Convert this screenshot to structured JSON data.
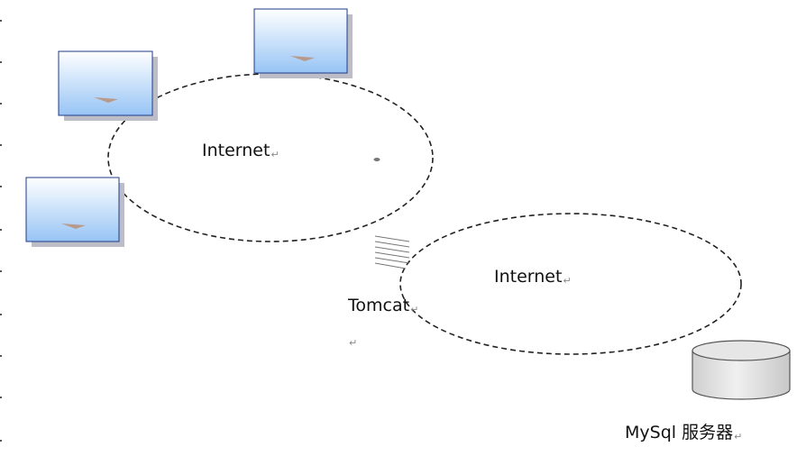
{
  "diagram": {
    "labels": {
      "internet_top": "Internet",
      "internet_bottom": "Internet",
      "tomcat": "Tomcat",
      "mysql": "MySql 服务器"
    },
    "paragraph_mark": "↵",
    "colors": {
      "ellipse_stroke": "#222222",
      "monitor_border": "#1f3a8a",
      "monitor_gradient_top": "#ffffff",
      "monitor_gradient_bottom": "#97c4f5",
      "monitor_shadow": "#bdbdc8",
      "db_fill": "#e2e2e2",
      "db_stroke": "#555555"
    }
  }
}
